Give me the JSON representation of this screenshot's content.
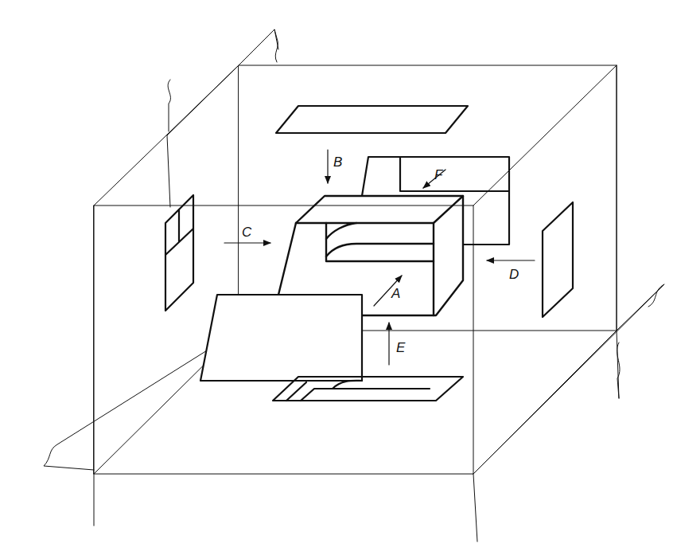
{
  "diagram": {
    "labels": [
      "B",
      "F",
      "C",
      "A",
      "D",
      "E"
    ]
  }
}
